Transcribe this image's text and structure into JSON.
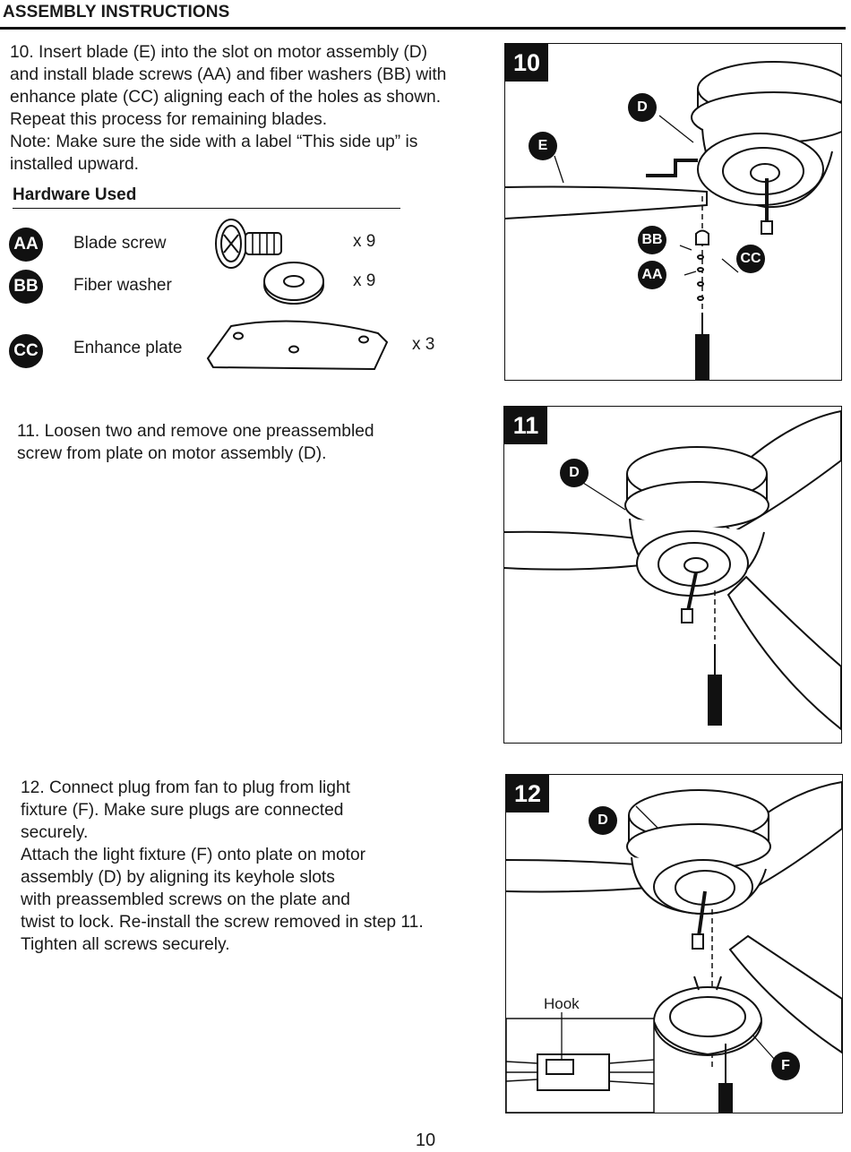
{
  "header": {
    "title": "ASSEMBLY INSTRUCTIONS"
  },
  "steps": [
    {
      "number": "10",
      "text": "10. Insert blade (E) into the slot on motor assembly (D)\nand install blade screws (AA) and fiber washers (BB) with\nenhance plate (CC) aligning each of the holes as shown.\nRepeat this process for remaining blades.\nNote: Make sure the side with a label “This side up” is\ninstalled upward.",
      "callouts": [
        "D",
        "E",
        "BB",
        "CC",
        "AA"
      ]
    },
    {
      "number": "11",
      "text": "11. Loosen two and remove one preassembled\nscrew from plate on motor assembly (D).",
      "callouts": [
        "D"
      ]
    },
    {
      "number": "12",
      "text": "12. Connect plug from fan to plug from light\nfixture (F). Make sure plugs are connected\nsecurely.\nAttach the light fixture (F) onto plate on motor\nassembly (D) by aligning its keyhole slots\nwith preassembled screws on the plate and\ntwist to lock. Re-install the screw removed in step 11.\nTighten all screws securely.",
      "callouts": [
        "D",
        "F"
      ],
      "inset_label": "Hook"
    }
  ],
  "hardware": {
    "title": "Hardware Used",
    "items": [
      {
        "code": "AA",
        "name": "Blade screw",
        "qty": "x 9",
        "icon": "screw-icon"
      },
      {
        "code": "BB",
        "name": "Fiber washer",
        "qty": "x 9",
        "icon": "washer-icon"
      },
      {
        "code": "CC",
        "name": "Enhance plate",
        "qty": "x 3",
        "icon": "plate-icon"
      }
    ]
  },
  "page": {
    "number": "10"
  }
}
